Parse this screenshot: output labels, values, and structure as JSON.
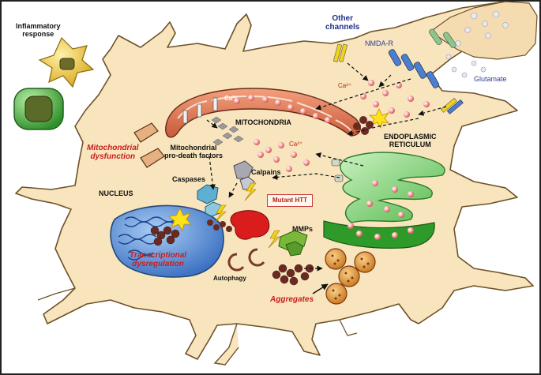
{
  "labels": {
    "inflammatory": [
      "Inflammatory",
      "response"
    ],
    "other_channels": [
      "Other",
      "channels"
    ],
    "nmda_r": "NMDA-R",
    "glutamate": "Glutamate",
    "ca_top": "Ca²⁺",
    "ca_mito": "Ca²⁺",
    "ca_mid": "Ca²⁺",
    "mitochondria": "MITOCHONDRIA",
    "mito_dysfunction": [
      "Mitochondrial",
      "dysfunction"
    ],
    "mito_factors": [
      "Mitochondrial",
      "pro-death factors"
    ],
    "er": [
      "ENDOPLASMIC",
      "RETICULUM"
    ],
    "caspases": "Caspases",
    "calpains": "Calpains",
    "nucleus": "NUCLEUS",
    "mutant_htt": "Mutant HTT",
    "mmps": "MMPs",
    "transcriptional": [
      "Transcriptional",
      "dysregulation"
    ],
    "autophagy": "Autophagy",
    "aggregates": "Aggregates"
  },
  "colors": {
    "cell_fill": "#f8e5bd",
    "cell_stroke": "#7a5a2e",
    "nucleus_fill": "#5b8fd6",
    "er_fill": "#8fd98a",
    "er_dark": "#2e8a2a",
    "mito_fill": "#e7825f",
    "htt_red": "#d91c1c",
    "calcium_pink": "#f5a0a0",
    "accent_red": "#c81e1e",
    "accent_blue": "#1f2f8a"
  }
}
